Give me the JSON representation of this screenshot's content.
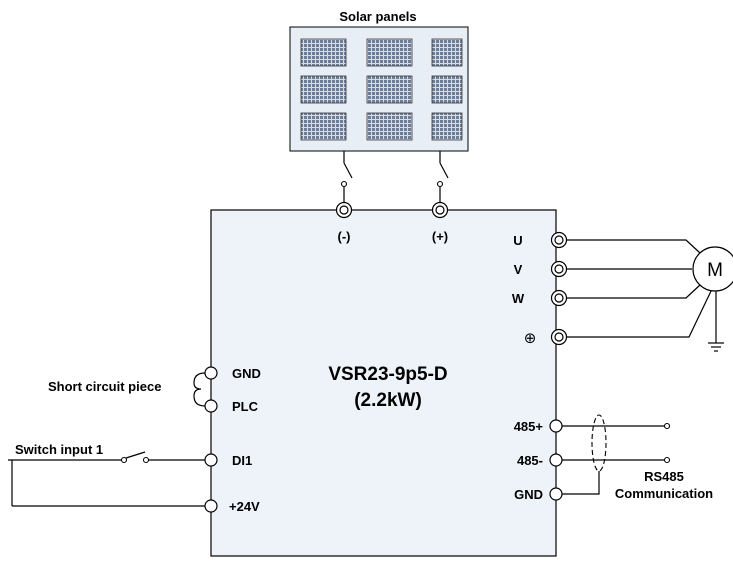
{
  "solar": {
    "title": "Solar panels"
  },
  "drive": {
    "model": "VSR23-9p5-D",
    "power": "(2.2kW)",
    "dc_minus": "(-)",
    "dc_plus": "(+)"
  },
  "outputs": {
    "u": "U",
    "v": "V",
    "w": "W",
    "ground_symbol": "⊕",
    "motor": "M"
  },
  "control": {
    "gnd": "GND",
    "plc": "PLC",
    "di1": "DI1",
    "p24v": "+24V",
    "short_circuit": "Short circuit piece",
    "switch_input": "Switch input 1"
  },
  "comm": {
    "p485": "485+",
    "n485": "485-",
    "gnd": "GND",
    "rs485": "RS485",
    "communication": "Communication"
  },
  "colors": {
    "panel_frame": "#e8eef6",
    "cell": "#6d7f96",
    "drive_fill": "#eef3fa",
    "line": "#000000"
  }
}
